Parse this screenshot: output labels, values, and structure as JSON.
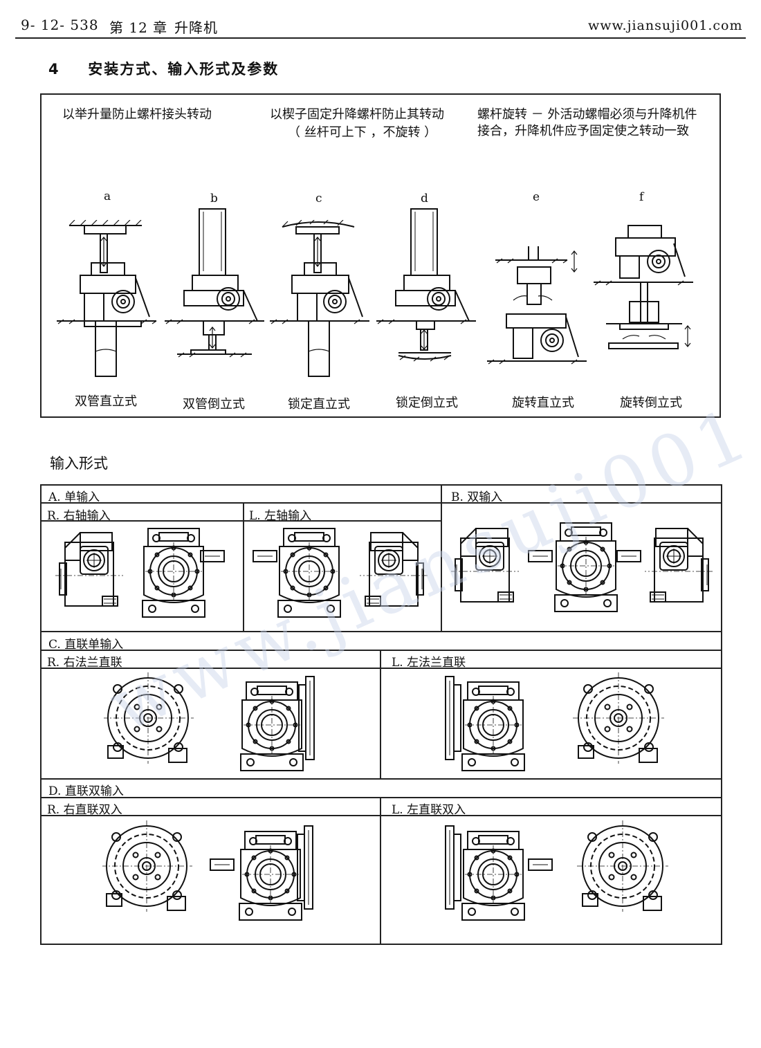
{
  "header": {
    "page_number": "9- 12- 538",
    "chapter": "第 12 章",
    "chapter_title": "升降机",
    "website": "www.jiansuji001.com"
  },
  "section": {
    "number": "4",
    "title": "安装方式、输入形式及参数"
  },
  "mounting": {
    "notes": [
      "以举升量防止螺杆接头转动",
      "以楔子固定升降螺杆防止其转动",
      "（ 丝杆可上下 ，不旋转 ）",
      "螺杆旋转 － 外活动螺帽必须与升降机件",
      "接合，升降机件应予固定使之转动一致"
    ],
    "diagrams": [
      {
        "letter": "a",
        "caption": "双管直立式"
      },
      {
        "letter": "b",
        "caption": "双管倒立式"
      },
      {
        "letter": "c",
        "caption": "锁定直立式"
      },
      {
        "letter": "d",
        "caption": "锁定倒立式"
      },
      {
        "letter": "e",
        "caption": "旋转直立式"
      },
      {
        "letter": "f",
        "caption": "旋转倒立式"
      }
    ]
  },
  "input": {
    "title": "输入形式",
    "A": {
      "label": "A. 单输入",
      "R": "R. 右轴输入",
      "L": "L. 左轴输入"
    },
    "B": {
      "label": "B. 双输入"
    },
    "C": {
      "label": "C. 直联单输入",
      "R": "R. 右法兰直联",
      "L": "L. 左法兰直联"
    },
    "D": {
      "label": "D. 直联双输入",
      "R": "R. 右直联双入",
      "L": "L. 左直联双入"
    }
  },
  "watermark": "www.jiansuji001.com"
}
